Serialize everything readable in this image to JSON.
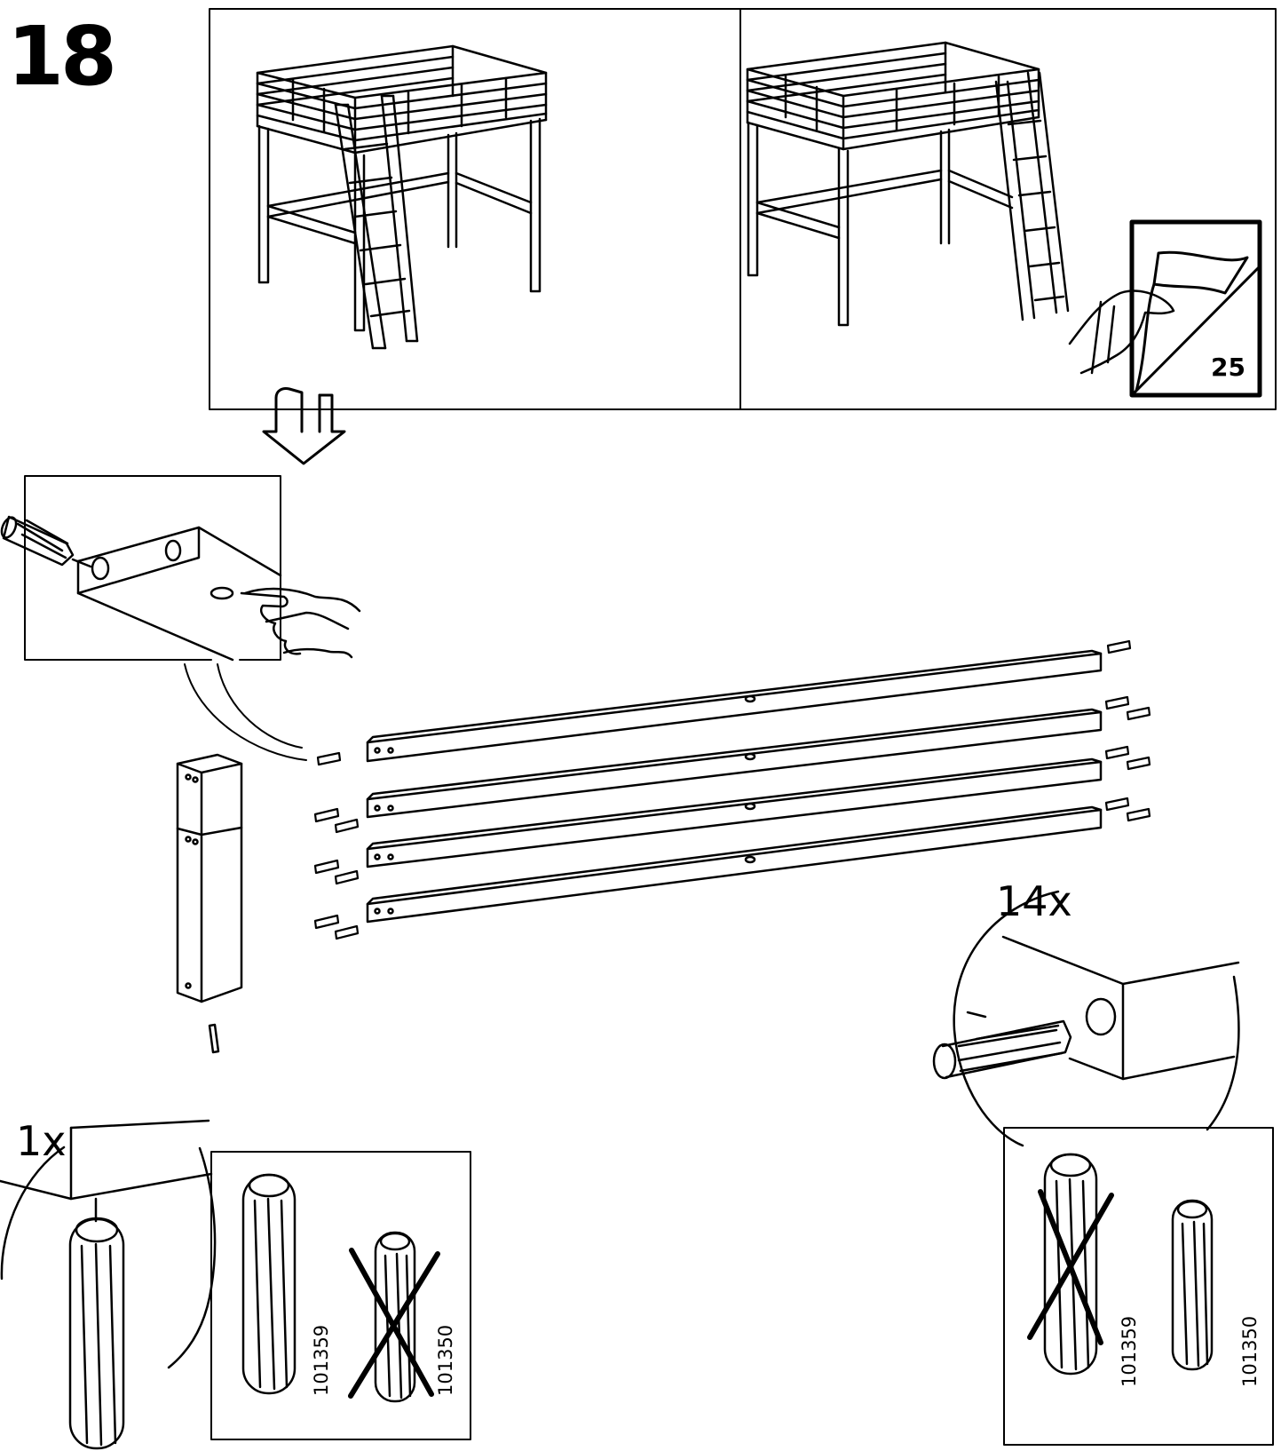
{
  "step": {
    "number": "18"
  },
  "quantities": {
    "dowels_long": "14x",
    "dowel_short": "1x"
  },
  "reference": {
    "page": "25"
  },
  "part_numbers": {
    "left_ok": "101359",
    "left_wrong": "101350",
    "right_wrong": "101359",
    "right_ok": "101350"
  },
  "colors": {
    "ink": "#000000",
    "paper": "#ffffff"
  }
}
